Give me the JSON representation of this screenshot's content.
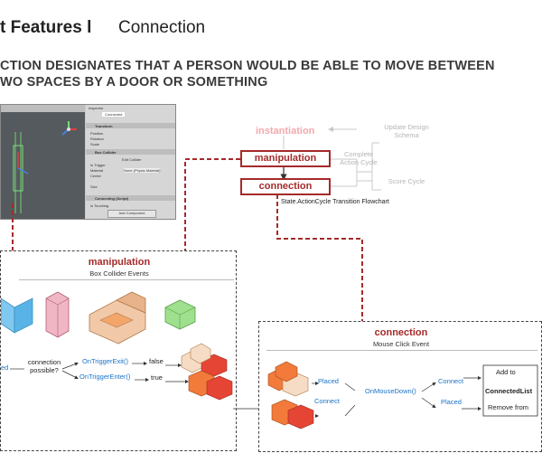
{
  "header": {
    "title_bold": "t Features l",
    "title_light": "Connection",
    "subheading_line1": "CTION DESIGNATES THAT A PERSON WOULD BE ABLE TO MOVE BETWEEN",
    "subheading_line2": "WO SPACES BY A DOOR OR SOMETHING"
  },
  "flowchart": {
    "instantiation": "instantiation",
    "manipulation": "manipulation",
    "connection": "connection",
    "update_design": "Update Design Schema",
    "complete_cycle": "Complete Action Cycle",
    "score_cycle": "Score Cycle",
    "caption": "State.ActionCycle Transition Flowchart"
  },
  "unity_inspector": {
    "tab": "Inspector",
    "object_name": "Connected",
    "transform_label": "Transform",
    "position_label": "Position",
    "rotation_label": "Rotation",
    "scale_label": "Scale",
    "box_collider_label": "Box Collider",
    "edit_collider": "Edit Collider",
    "is_trigger_label": "Is Trigger",
    "material_label": "Material",
    "material_value": "None (Physic Material)",
    "center_label": "Center",
    "size_label": "Size",
    "script_label": "Connecting (Script)",
    "is_touching_label": "Is Touching",
    "add_component": "Add Component"
  },
  "manipulation_panel": {
    "title": "manipulation",
    "subtitle": "Box Collider Events",
    "left_event": "ed",
    "question": "connection possible?",
    "exit_event": "OnTriggerExit()",
    "enter_event": "OnTriggerEnter()",
    "false_label": "false",
    "true_label": "true"
  },
  "connection_panel": {
    "title": "connection",
    "subtitle": "Mouse Click Event",
    "placed_top": "Placed",
    "connect_bottom": "Connect",
    "mouse_event": "OnMouseDown()",
    "connect_out": "Connect",
    "placed_out": "Placed",
    "add_to": "Add to",
    "list_name": "ConnectedList",
    "remove_from": "Remove from"
  },
  "colors": {
    "accent": "#a52a2a",
    "faded_accent": "#f2a9ad",
    "event_blue": "#1a73c8",
    "faded_grey": "#b5b5b5"
  }
}
